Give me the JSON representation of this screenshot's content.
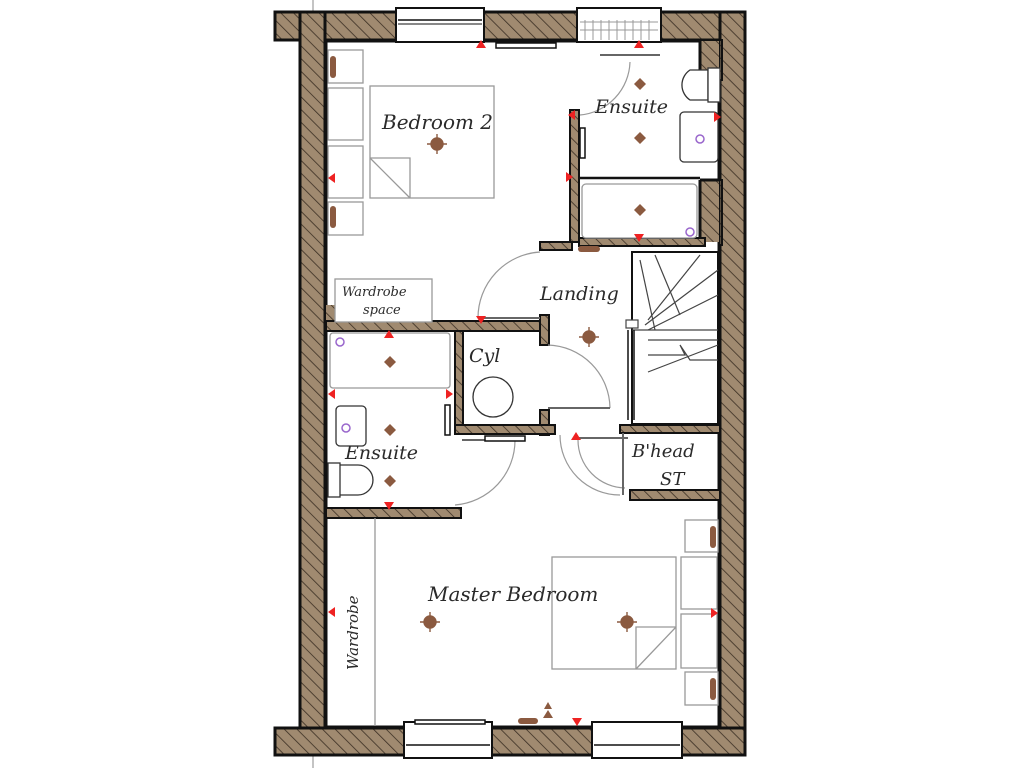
{
  "plan": {
    "colors": {
      "wall_fill": "#a08a70",
      "wall_outline": "#111111",
      "hatch": "#3a2e22",
      "socket": "#8b5a40",
      "marker": "#ee2222",
      "fixture_line": "#999999",
      "tap": "#9966cc"
    },
    "rooms": [
      {
        "id": "bedroom-2",
        "label": "Bedroom 2"
      },
      {
        "id": "ensuite-1",
        "label": "Ensuite"
      },
      {
        "id": "wardrobe-space",
        "label_line1": "Wardrobe",
        "label_line2": "space"
      },
      {
        "id": "landing",
        "label": "Landing"
      },
      {
        "id": "cylinder",
        "label": "Cyl"
      },
      {
        "id": "ensuite-2",
        "label": "Ensuite"
      },
      {
        "id": "bulkhead-store",
        "label_line1": "B'head",
        "label_line2": "ST"
      },
      {
        "id": "master-bedroom",
        "label": "Master Bedroom"
      },
      {
        "id": "wardrobe",
        "label": "Wardrobe"
      }
    ]
  }
}
